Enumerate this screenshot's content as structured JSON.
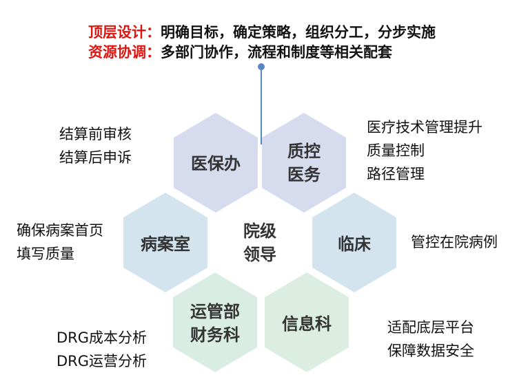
{
  "header": {
    "line1_key": "顶层设计：",
    "line1_value": "明确目标，确定策略，组织分工，分步实施",
    "line2_key": "资源协调：",
    "line2_value": "多部门协作，流程和制度等相关配套"
  },
  "colors": {
    "accent_red": "#e0140f",
    "stem_blue": "#5a86c4",
    "hex_lavender": "#d6dbee",
    "hex_lightblue": "#d3e4ef",
    "hex_mint": "#d9ede4",
    "hex_green": "#dbeee1"
  },
  "hexagons": {
    "center": {
      "line1": "院级",
      "line2": "领导"
    },
    "yibaoban": {
      "label": "医保办"
    },
    "zhikong": {
      "line1": "质控",
      "line2": "医务"
    },
    "bingan": {
      "label": "病案室"
    },
    "linchuang": {
      "label": "临床"
    },
    "yunguan": {
      "line1": "运管部",
      "line2": "财务科"
    },
    "xinxi": {
      "label": "信息科"
    }
  },
  "notes": {
    "yibaoban": [
      "结算前审核",
      "结算后申诉"
    ],
    "zhikong": [
      "医疗技术管理提升",
      "质量控制",
      "路径管理"
    ],
    "bingan": [
      "确保病案首页",
      "填写质量"
    ],
    "linchuang": [
      "管控在院病例"
    ],
    "yunguan": [
      "DRG成本分析",
      "DRG运营分析"
    ],
    "xinxi": [
      "适配底层平台",
      "保障数据安全"
    ]
  }
}
